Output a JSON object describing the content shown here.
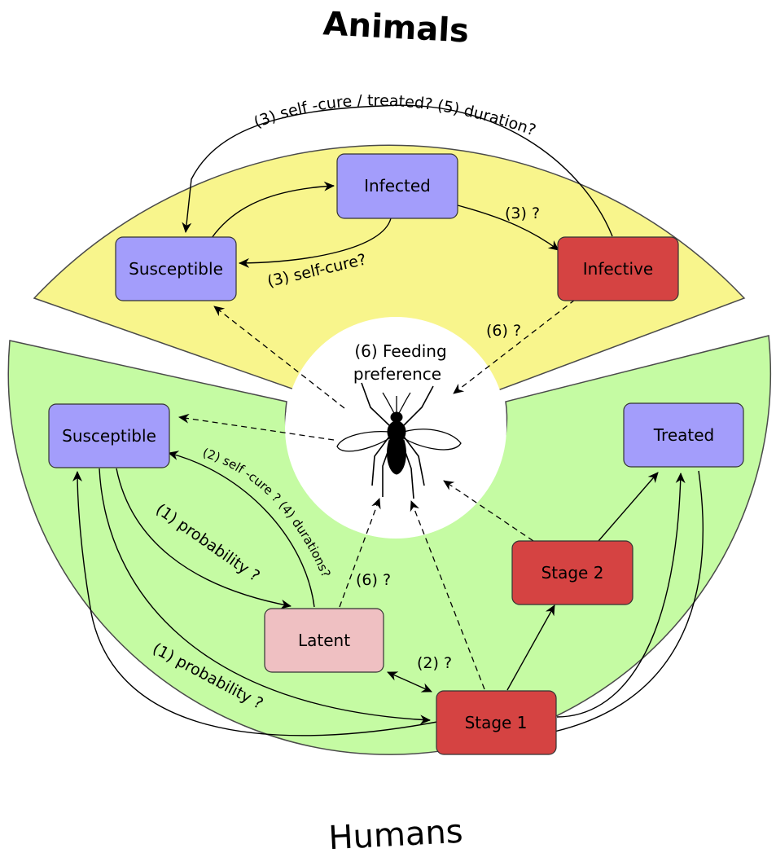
{
  "titles": {
    "animals": "Animals",
    "humans": "Humans"
  },
  "colors": {
    "animals_bg": "#f8f58c",
    "humans_bg": "#c5fba3",
    "susceptible": "#a39dfb",
    "infected": "#a39dfb",
    "treated": "#a39dfb",
    "infective": "#d54342",
    "stage": "#d54342",
    "latent": "#efc0c2"
  },
  "center": {
    "label_line1": "(6) Feeding",
    "label_line2": "preference",
    "icon": "mosquito-icon"
  },
  "animal_nodes": {
    "susceptible": "Susceptible",
    "infected": "Infected",
    "infective": "Infective"
  },
  "human_nodes": {
    "susceptible": "Susceptible",
    "latent": "Latent",
    "stage1": "Stage 1",
    "stage2": "Stage 2",
    "treated": "Treated"
  },
  "edge_labels": {
    "animal_top_arc": "(3) self -cure / treated? (5) duration?",
    "infected_to_infective": "(3) ?",
    "infected_selfcure": "(3) self-cure?",
    "infective_to_mosquito": "(6) ?",
    "human_prob_latent": "(1) probability ?",
    "human_selfcure_durations": "(2) self -cure ? (4) durations?",
    "latent_to_mosquito": "(6) ?",
    "latent_stage1": "(2) ?",
    "human_prob_stage1": "(1) probability ?"
  }
}
